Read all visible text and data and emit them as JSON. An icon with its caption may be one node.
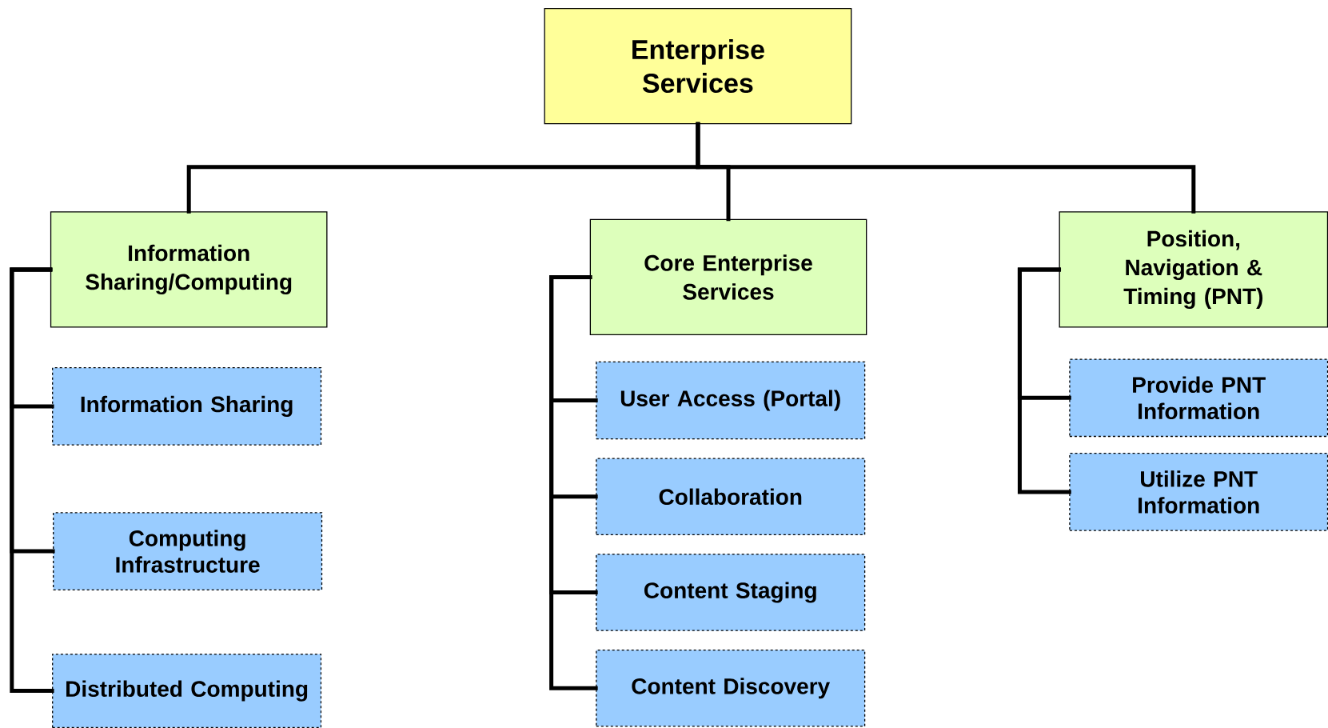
{
  "diagram": {
    "nodes": [
      {
        "text": [
          "Enterprise Services"
        ]
      },
      {
        "text": [
          "Information Sharing/Computing"
        ]
      },
      {
        "text": [
          "Information Sharing"
        ]
      },
      {
        "text": [
          "Computing Infrastructure"
        ]
      },
      {
        "text": [
          "Distributed Computing"
        ]
      },
      {
        "text": [
          "Core Enterprise Services"
        ]
      },
      {
        "text": [
          "User Access (Portal)"
        ]
      },
      {
        "text": [
          "Collaboration"
        ]
      },
      {
        "text": [
          "Content Staging"
        ]
      },
      {
        "text": [
          "Content Discovery"
        ]
      },
      {
        "text": [
          "Position, Navigation & Timing (PNT)"
        ]
      },
      {
        "text": [
          "Provide PNT Information"
        ]
      },
      {
        "text": [
          "Utilize PNT Information"
        ]
      }
    ],
    "edges": [
      {
        "from": 0,
        "to": 1,
        "arrow": "none"
      },
      {
        "from": 0,
        "to": 5,
        "arrow": "none"
      },
      {
        "from": 0,
        "to": 10,
        "arrow": "none"
      },
      {
        "from": 1,
        "to": 2,
        "arrow": "none"
      },
      {
        "from": 1,
        "to": 3,
        "arrow": "none"
      },
      {
        "from": 1,
        "to": 4,
        "arrow": "none"
      },
      {
        "from": 5,
        "to": 6,
        "arrow": "none"
      },
      {
        "from": 5,
        "to": 7,
        "arrow": "none"
      },
      {
        "from": 5,
        "to": 8,
        "arrow": "none"
      },
      {
        "from": 5,
        "to": 9,
        "arrow": "none"
      },
      {
        "from": 10,
        "to": 11,
        "arrow": "none"
      },
      {
        "from": 10,
        "to": 12,
        "arrow": "none"
      }
    ]
  }
}
